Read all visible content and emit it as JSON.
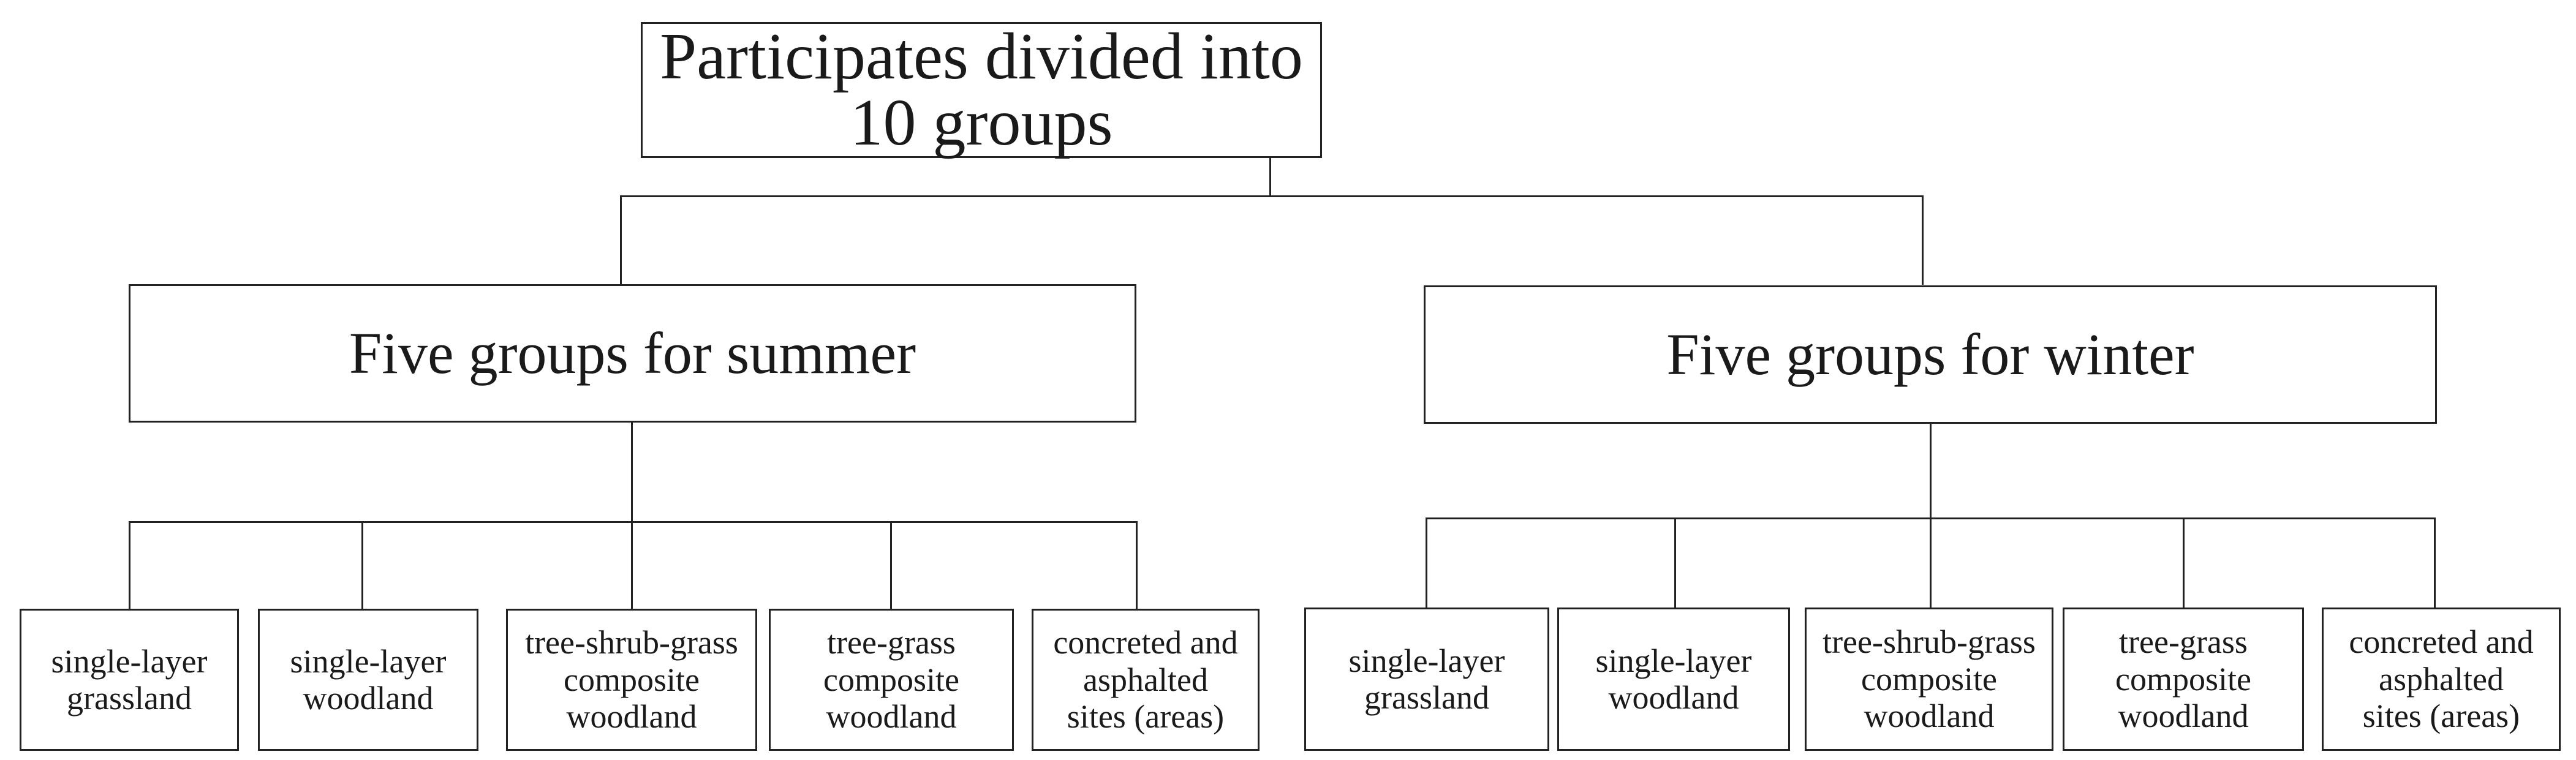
{
  "root": {
    "label": "Participates divided into 10 groups"
  },
  "summer": {
    "label": "Five groups for summer",
    "leaves": [
      "single-layer\ngrassland",
      "single-layer\nwoodland",
      "tree-shrub-grass\ncomposite\nwoodland",
      "tree-grass\ncomposite\nwoodland",
      "concreted and\nasphalted\nsites (areas)"
    ]
  },
  "winter": {
    "label": "Five groups for winter",
    "leaves": [
      "single-layer\ngrassland",
      "single-layer\nwoodland",
      "tree-shrub-grass\ncomposite\nwoodland",
      "tree-grass\ncomposite\nwoodland",
      "concreted and\nasphalted\nsites (areas)"
    ]
  }
}
